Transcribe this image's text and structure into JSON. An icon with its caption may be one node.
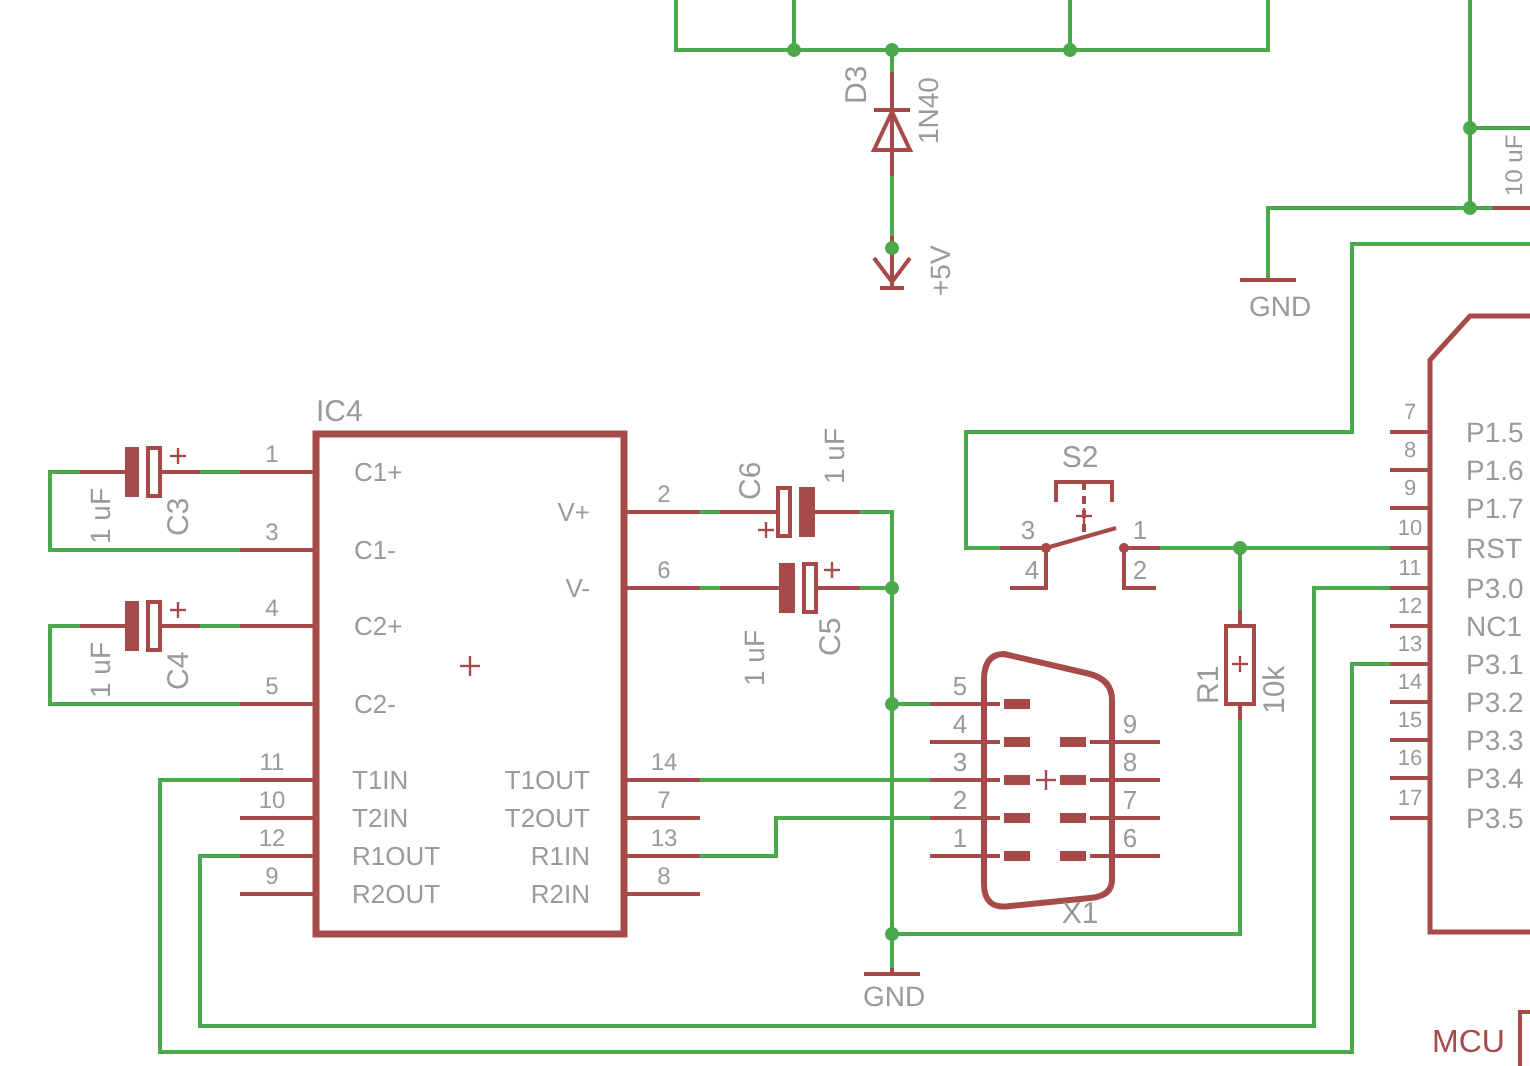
{
  "diagram": {
    "nodes": [
      {
        "text": [
          "IC4",
          "C1+",
          "C1-",
          "C2+",
          "C2-",
          "V+",
          "V-",
          "T1IN",
          "T1OUT",
          "T2IN",
          "T2OUT",
          "R1OUT",
          "R1IN",
          "R2OUT",
          "R2IN"
        ]
      },
      {
        "text": [
          "1 uF",
          "C3"
        ]
      },
      {
        "text": [
          "1 uF",
          "C4"
        ]
      },
      {
        "text": [
          "C6",
          "1 uF"
        ]
      },
      {
        "text": [
          "1 uF",
          "C5"
        ]
      },
      {
        "text": [
          "S2"
        ]
      },
      {
        "text": [
          "R1",
          "10k"
        ]
      },
      {
        "text": [
          "X1"
        ]
      },
      {
        "text": [
          "P1.5",
          "P1.6",
          "P1.7",
          "RST",
          "P3.0",
          "NC1",
          "P3.1",
          "P3.2",
          "P3.3",
          "P3.4",
          "P3.5"
        ]
      },
      {
        "text": [
          "D3",
          "1N40"
        ]
      },
      {
        "text": [
          "+5V"
        ]
      },
      {
        "text": [
          "GND"
        ]
      },
      {
        "text": [
          "GND"
        ]
      },
      {
        "text": [
          "10 uF"
        ]
      }
    ],
    "edges": [
      {
        "from": 1,
        "to": 0,
        "arrow": "none"
      },
      {
        "from": 1,
        "to": 0,
        "arrow": "none"
      },
      {
        "from": 2,
        "to": 0,
        "arrow": "none"
      },
      {
        "from": 2,
        "to": 0,
        "arrow": "none"
      },
      {
        "from": 0,
        "to": 3,
        "arrow": "none"
      },
      {
        "from": 0,
        "to": 4,
        "arrow": "none"
      },
      {
        "from": 3,
        "to": 11,
        "arrow": "none"
      },
      {
        "from": 4,
        "to": 11,
        "arrow": "none"
      },
      {
        "from": 7,
        "to": 11,
        "arrow": "none"
      },
      {
        "from": 6,
        "to": 11,
        "arrow": "none"
      },
      {
        "from": 0,
        "to": 7,
        "arrow": "none"
      },
      {
        "from": 0,
        "to": 7,
        "arrow": "none"
      },
      {
        "from": 0,
        "to": 8,
        "arrow": "none"
      },
      {
        "from": 0,
        "to": 8,
        "arrow": "none"
      },
      {
        "from": 5,
        "to": 8,
        "arrow": "none"
      },
      {
        "from": 6,
        "to": 8,
        "arrow": "none"
      },
      {
        "from": 5,
        "to": null,
        "arrow": "none"
      },
      {
        "from": 9,
        "to": null,
        "arrow": "none"
      },
      {
        "from": 9,
        "to": 10,
        "arrow": "none"
      },
      {
        "from": 12,
        "to": 13,
        "arrow": "none"
      }
    ],
    "labels": [
      "1",
      "3",
      "4",
      "5",
      "11",
      "10",
      "12",
      "9",
      "2",
      "6",
      "14",
      "7",
      "13",
      "8",
      "3",
      "1",
      "4",
      "2",
      "5",
      "4",
      "3",
      "2",
      "1",
      "9",
      "8",
      "7",
      "6",
      "7",
      "8",
      "9",
      "10",
      "11",
      "12",
      "13",
      "14",
      "15",
      "16",
      "17",
      "MCU"
    ]
  }
}
